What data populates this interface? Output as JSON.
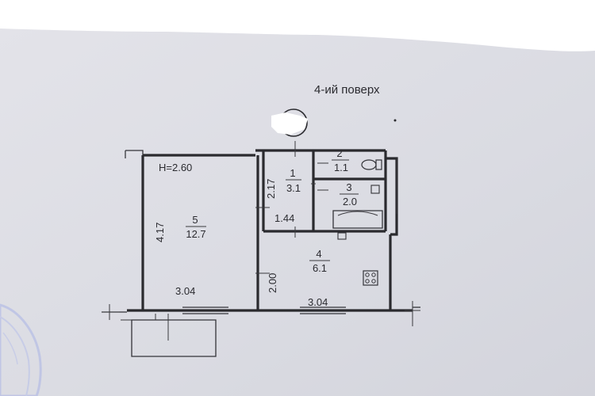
{
  "plan": {
    "floor_label": "4-ий поверх",
    "ceiling_height": "H=2.60",
    "rooms": [
      {
        "number": "1",
        "area": "3.1"
      },
      {
        "number": "2",
        "area": "1.1"
      },
      {
        "number": "3",
        "area": "2.0"
      },
      {
        "number": "4",
        "area": "6.1"
      },
      {
        "number": "5",
        "area": "12.7"
      }
    ],
    "dimensions": {
      "room5_height": "4.17",
      "room5_width": "3.04",
      "room1_height": "2.17",
      "room1_width": "1.44",
      "room4_height": "2.00",
      "room4_width": "3.04"
    }
  },
  "colors": {
    "paper": "#dcdde3",
    "ink": "#2a2a2e",
    "stamp": "#aab4e6"
  }
}
